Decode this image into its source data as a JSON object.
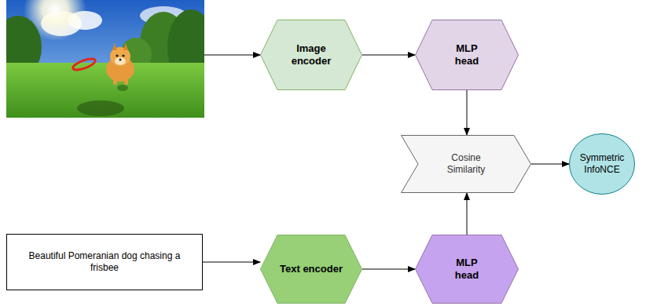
{
  "diagram": {
    "nodes": [
      {
        "text": [
          "Image encoder"
        ]
      },
      {
        "text": [
          "MLP head"
        ]
      },
      {
        "text": [
          "Cosine Similarity"
        ]
      },
      {
        "text": [
          "Symmetric InfoNCE"
        ]
      },
      {
        "text": [
          "Beautiful Pomeranian dog chasing a frisbee"
        ]
      },
      {
        "text": [
          "Text encoder"
        ]
      },
      {
        "text": [
          "MLP head"
        ]
      }
    ],
    "edges": [
      {
        "from": 0,
        "to": 1,
        "arrow": "to"
      },
      {
        "from": 1,
        "to": 2,
        "arrow": "to"
      },
      {
        "from": 2,
        "to": 3,
        "arrow": "to"
      },
      {
        "from": 4,
        "to": 5,
        "arrow": "to"
      },
      {
        "from": 5,
        "to": 6,
        "arrow": "to"
      },
      {
        "from": 6,
        "to": 2,
        "arrow": "to"
      }
    ]
  }
}
